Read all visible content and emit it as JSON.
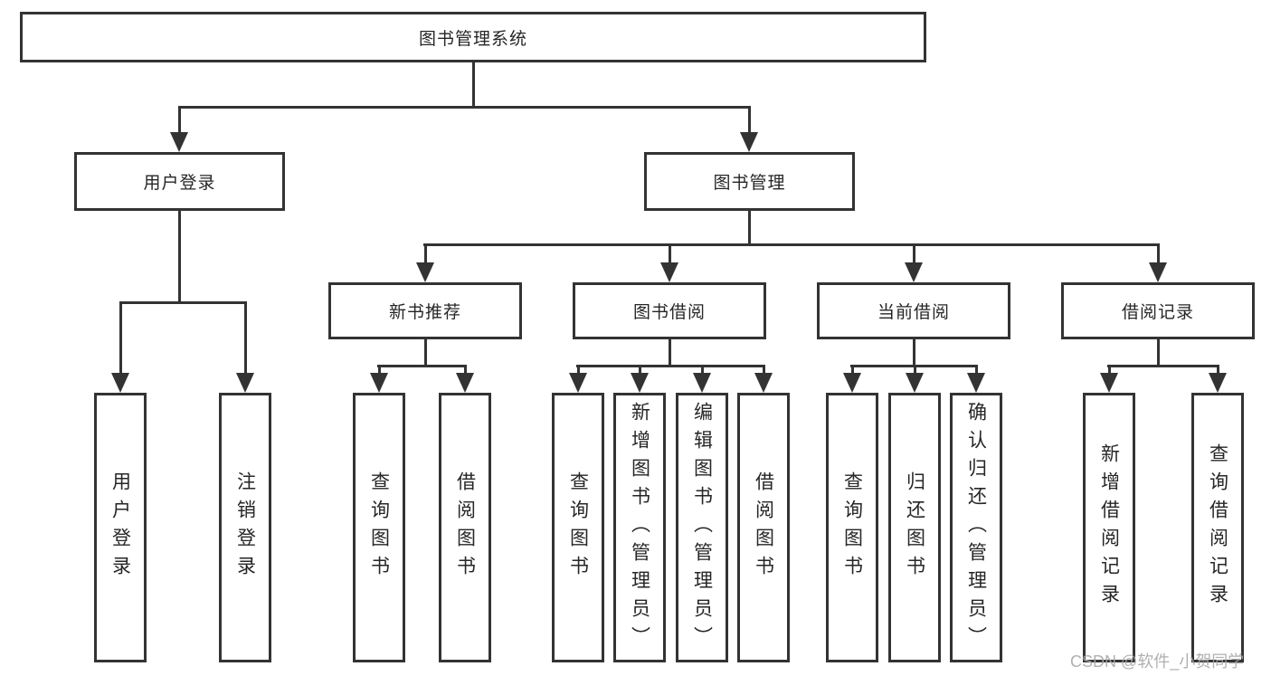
{
  "tree": {
    "root": {
      "label": "图书管理系统"
    },
    "branches": [
      {
        "label": "用户登录",
        "children": [
          {
            "label": "用户登录"
          },
          {
            "label": "注销登录"
          }
        ]
      },
      {
        "label": "图书管理",
        "children": [
          {
            "label": "新书推荐",
            "children": [
              {
                "label": "查询图书"
              },
              {
                "label": "借阅图书"
              }
            ]
          },
          {
            "label": "图书借阅",
            "children": [
              {
                "label": "查询图书"
              },
              {
                "label": "新增图书（管理员）"
              },
              {
                "label": "编辑图书（管理员）"
              },
              {
                "label": "借阅图书"
              }
            ]
          },
          {
            "label": "当前借阅",
            "children": [
              {
                "label": "查询图书"
              },
              {
                "label": "归还图书"
              },
              {
                "label": "确认归还（管理员）"
              }
            ]
          },
          {
            "label": "借阅记录",
            "children": [
              {
                "label": "新增借阅记录"
              },
              {
                "label": "查询借阅记录"
              }
            ]
          }
        ]
      }
    ]
  },
  "watermark": "CSDN @软件_小贺同学",
  "colors": {
    "line": "#333333",
    "box_border": "#333333",
    "text": "#262626",
    "watermark": "#a8a8a8",
    "background": "#ffffff"
  }
}
